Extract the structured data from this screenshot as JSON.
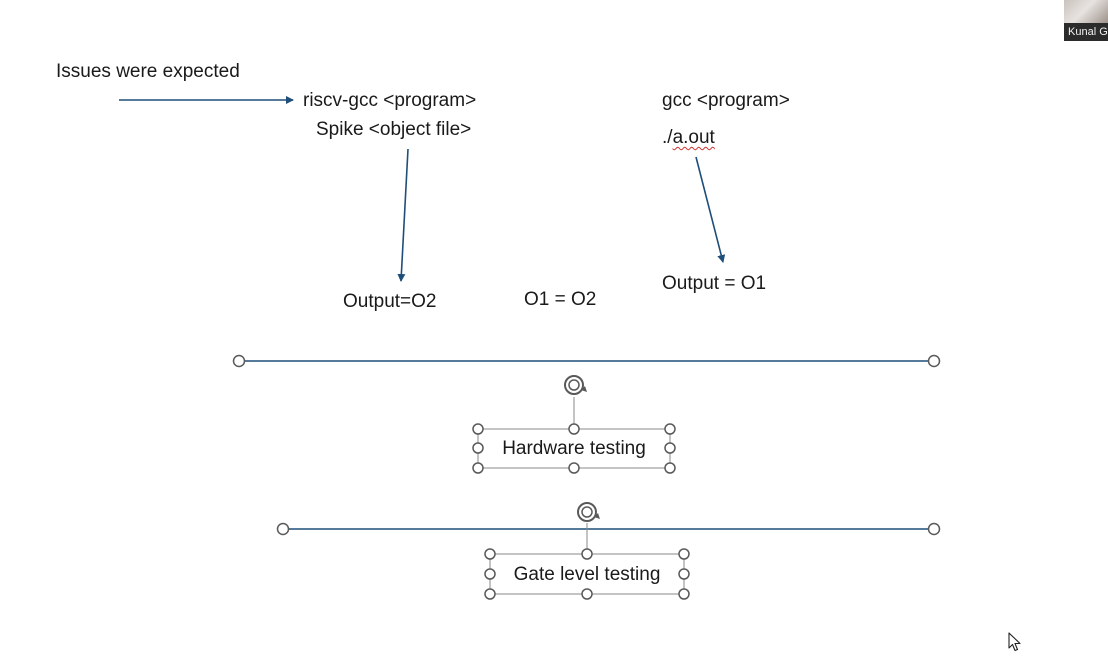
{
  "slide": {
    "issues_label": "Issues were expected",
    "riscv_compile": "riscv-gcc <program>",
    "spike_run": "Spike <object file>",
    "gcc_compile": "gcc <program>",
    "run_prefix": "./",
    "run_binary": "a.out",
    "output_o2": "Output=O2",
    "equality": "O1 = O2",
    "output_o1": "Output = O1",
    "hardware_testing": "Hardware testing",
    "gate_level_testing": "Gate level testing"
  },
  "participant": {
    "name": "Kunal G"
  },
  "colors": {
    "arrow": "#1f4e79",
    "line": "#1f4e79",
    "handle": "#595959",
    "spellcheck": "#d0312d"
  },
  "icons": {
    "rotate_handle": "rotate-icon",
    "cursor": "mouse-pointer-icon"
  }
}
